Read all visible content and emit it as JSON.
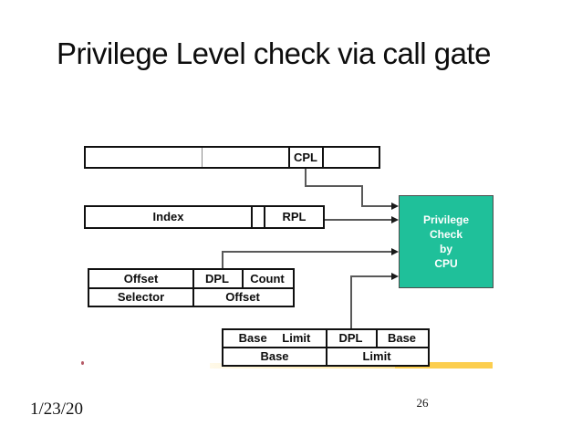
{
  "slide": {
    "title": "Privilege Level check via call gate",
    "date": "1/23/20",
    "page_number": "26"
  },
  "colors": {
    "check_box_fill": "#1fc09a",
    "connector_gray": "#595959",
    "highlight_yellow": "#fcce4e",
    "box_border": "#101010"
  },
  "diagram": {
    "code_segment_row": {
      "cpl": "CPL"
    },
    "selector_row": {
      "index": "Index",
      "rpl": "RPL"
    },
    "call_gate": {
      "offset_high": "Offset",
      "dpl": "DPL",
      "count": "Count",
      "selector": "Selector",
      "offset_low": "Offset"
    },
    "descriptor": {
      "base_a": "Base",
      "limit_a": "Limit",
      "dpl": "DPL",
      "base_b": "Base",
      "base_c": "Base",
      "limit_c": "Limit"
    },
    "privilege_check": {
      "line1": "Privilege",
      "line2": "Check",
      "line3": "by",
      "line4": "CPU"
    }
  }
}
